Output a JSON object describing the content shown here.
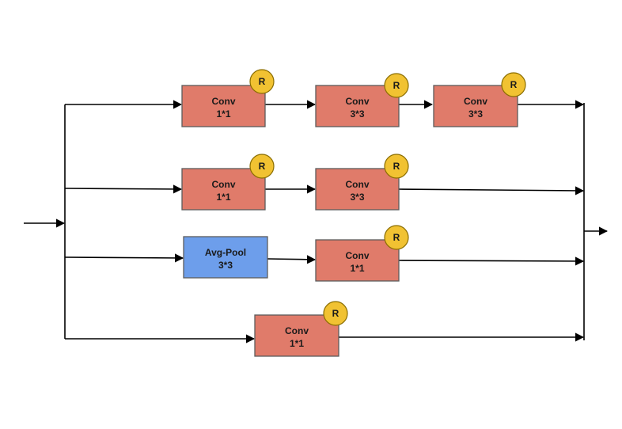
{
  "diagram": {
    "colors": {
      "conv_fill": "#e07b6a",
      "pool_fill": "#6d9eeb",
      "box_stroke": "#5c5c5c",
      "badge_fill": "#f1c232",
      "badge_stroke": "#8a6d00",
      "wire": "#000000"
    },
    "nodes": [
      {
        "id": "b1-conv1",
        "kind": "conv",
        "line1": "Conv",
        "line2": "1*1",
        "badge": "R"
      },
      {
        "id": "b1-conv2",
        "kind": "conv",
        "line1": "Conv",
        "line2": "3*3",
        "badge": "R"
      },
      {
        "id": "b1-conv3",
        "kind": "conv",
        "line1": "Conv",
        "line2": "3*3",
        "badge": "R"
      },
      {
        "id": "b2-conv1",
        "kind": "conv",
        "line1": "Conv",
        "line2": "1*1",
        "badge": "R"
      },
      {
        "id": "b2-conv2",
        "kind": "conv",
        "line1": "Conv",
        "line2": "3*3",
        "badge": "R"
      },
      {
        "id": "b3-pool",
        "kind": "pool",
        "line1": "Avg-Pool",
        "line2": "3*3",
        "badge": ""
      },
      {
        "id": "b3-conv1",
        "kind": "conv",
        "line1": "Conv",
        "line2": "1*1",
        "badge": "R"
      },
      {
        "id": "b4-conv1",
        "kind": "conv",
        "line1": "Conv",
        "line2": "1*1",
        "badge": "R"
      }
    ]
  }
}
